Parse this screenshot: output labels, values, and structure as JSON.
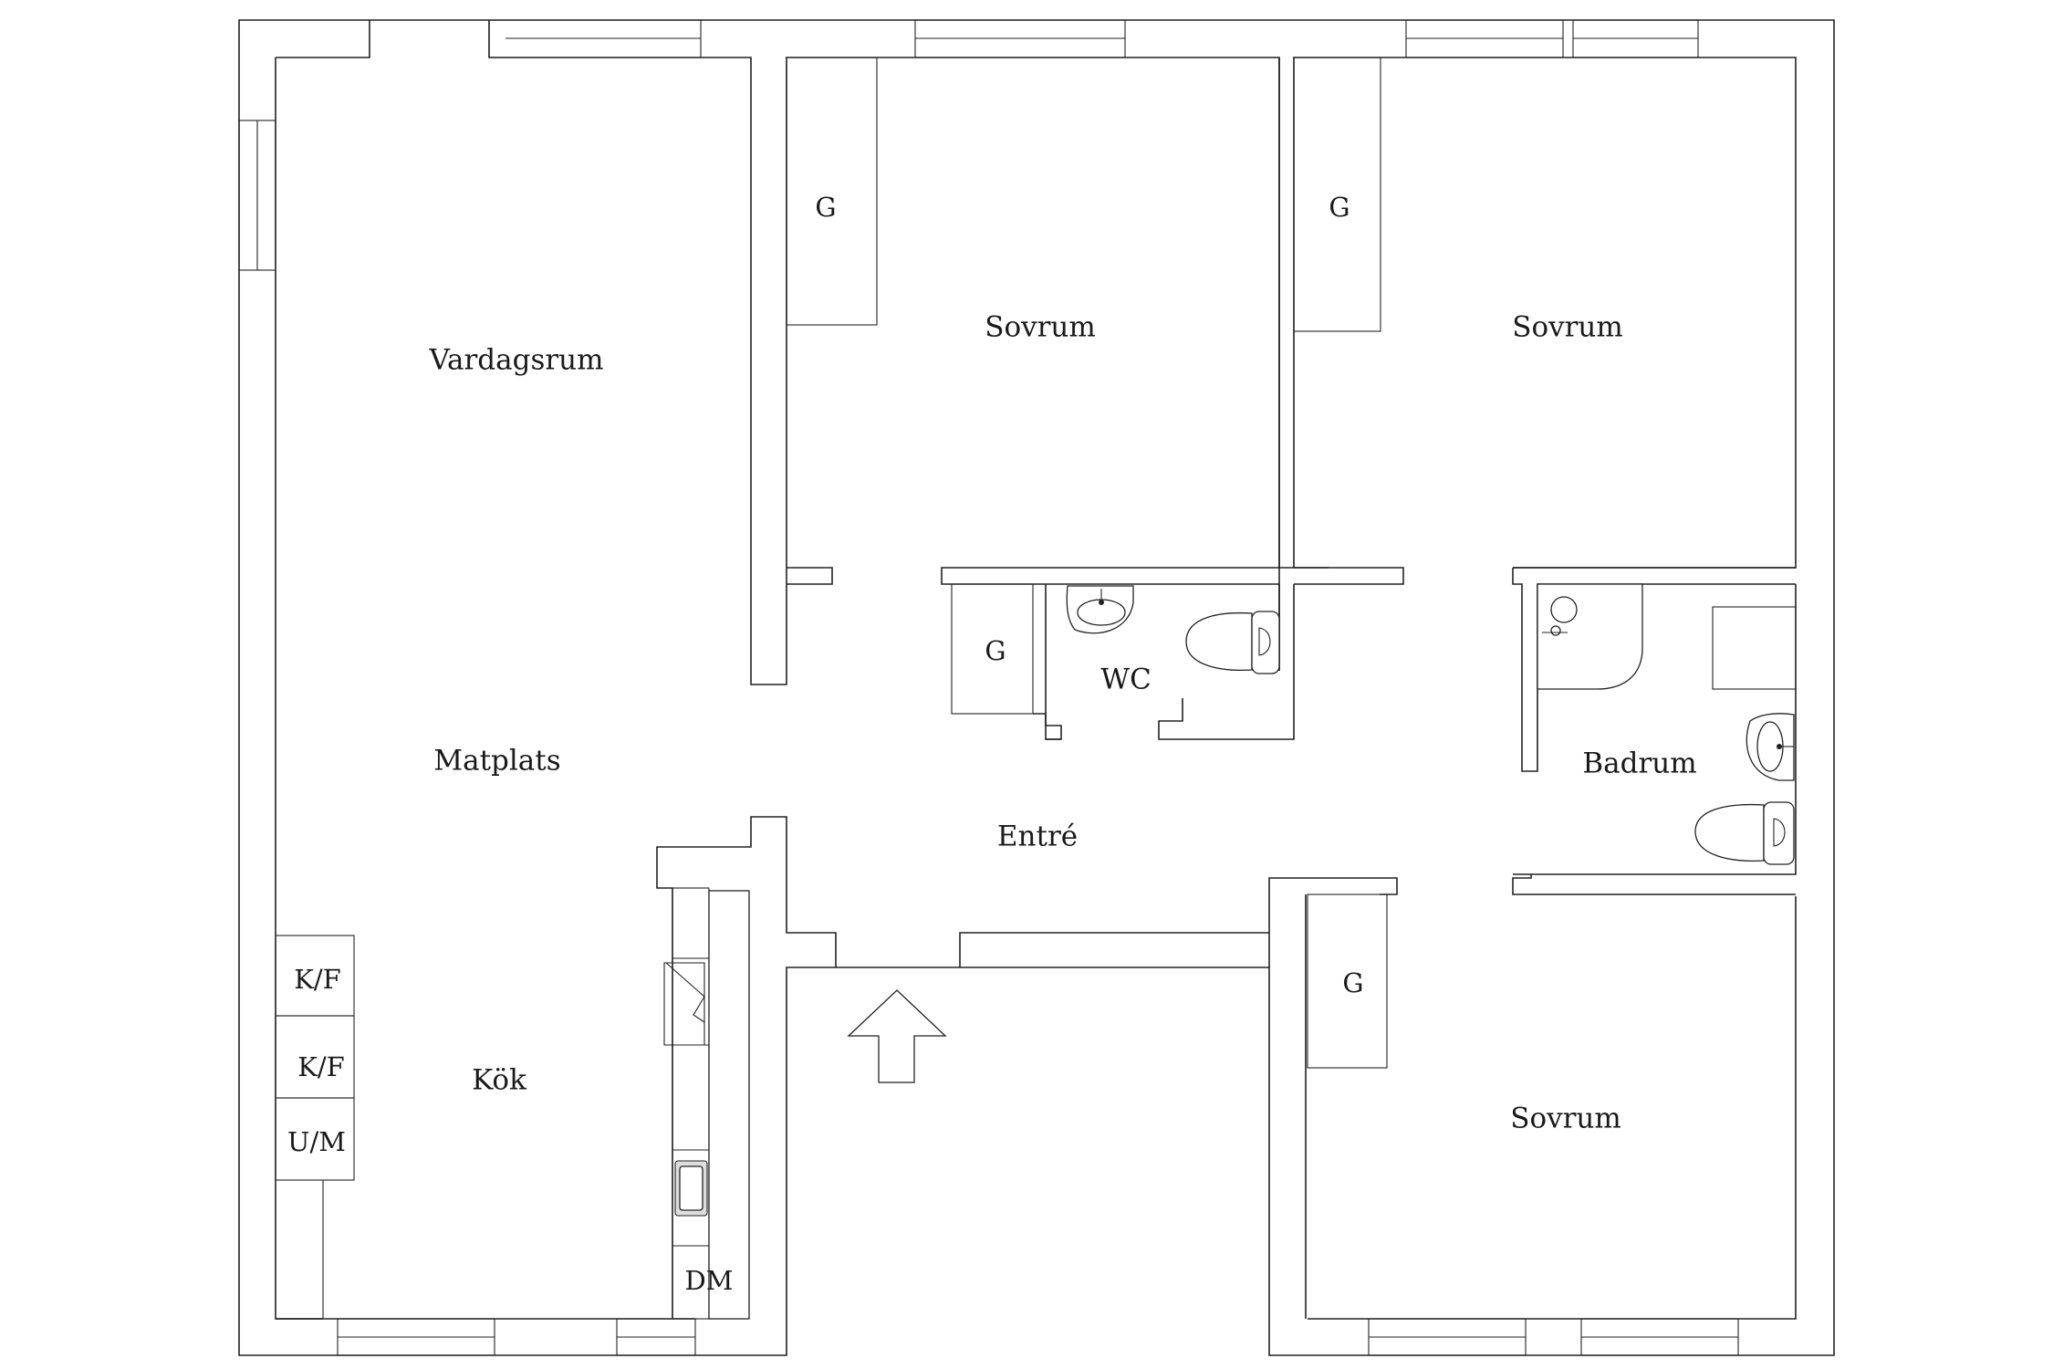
{
  "rooms": {
    "vardagsrum": "Vardagsrum",
    "matplats": "Matplats",
    "kok": "Kök",
    "entre": "Entré",
    "sovrum_1": "Sovrum",
    "sovrum_2": "Sovrum",
    "sovrum_3": "Sovrum",
    "wc": "WC",
    "badrum": "Badrum"
  },
  "closets": {
    "g_sovrum_1": "G",
    "g_sovrum_2": "G",
    "g_hall": "G",
    "g_sovrum_3": "G"
  },
  "appliances": {
    "kf_1": "K/F",
    "kf_2": "K/F",
    "um": "U/M",
    "dm": "DM"
  }
}
